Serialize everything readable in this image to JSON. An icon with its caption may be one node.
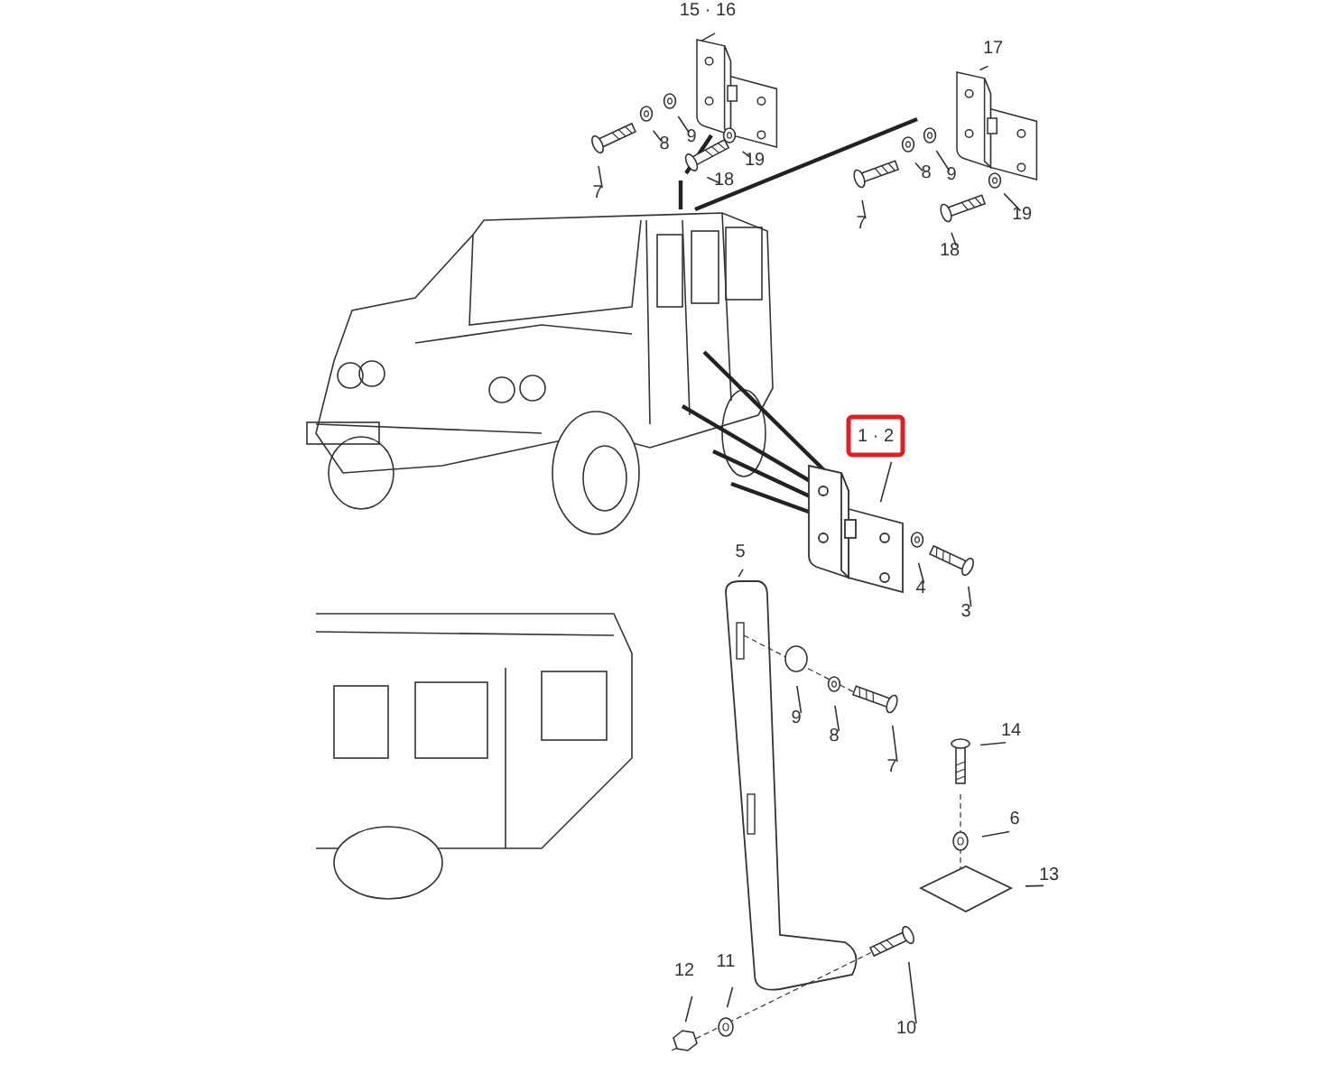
{
  "diagram": {
    "nodes": [
      {
        "text": [
          "15 · 16"
        ]
      },
      {
        "text": [
          "17"
        ]
      },
      {
        "text": [
          "9"
        ]
      },
      {
        "text": [
          "8"
        ]
      },
      {
        "text": [
          "19"
        ]
      },
      {
        "text": [
          "18"
        ]
      },
      {
        "text": [
          "7"
        ]
      },
      {
        "text": [
          "9"
        ]
      },
      {
        "text": [
          "8"
        ]
      },
      {
        "text": [
          "7"
        ]
      },
      {
        "text": [
          "19"
        ]
      },
      {
        "text": [
          "18"
        ]
      },
      {
        "text": [
          "1 · 2"
        ]
      },
      {
        "text": [
          "4"
        ]
      },
      {
        "text": [
          "3"
        ]
      },
      {
        "text": [
          "5"
        ]
      },
      {
        "text": [
          "9"
        ]
      },
      {
        "text": [
          "8"
        ]
      },
      {
        "text": [
          "7"
        ]
      },
      {
        "text": [
          "14"
        ]
      },
      {
        "text": [
          "6"
        ]
      },
      {
        "text": [
          "13"
        ]
      },
      {
        "text": [
          "12"
        ]
      },
      {
        "text": [
          "11"
        ]
      },
      {
        "text": [
          "10"
        ]
      }
    ],
    "edges": [
      {
        "from": 0,
        "to": null,
        "arrow": "none"
      },
      {
        "from": 1,
        "to": null,
        "arrow": "none"
      },
      {
        "from": 2,
        "to": null,
        "arrow": "none"
      },
      {
        "from": 3,
        "to": null,
        "arrow": "none"
      },
      {
        "from": 4,
        "to": null,
        "arrow": "none"
      },
      {
        "from": 5,
        "to": null,
        "arrow": "none"
      },
      {
        "from": 6,
        "to": null,
        "arrow": "none"
      },
      {
        "from": 7,
        "to": null,
        "arrow": "none"
      },
      {
        "from": 8,
        "to": null,
        "arrow": "none"
      },
      {
        "from": 9,
        "to": null,
        "arrow": "none"
      },
      {
        "from": 10,
        "to": null,
        "arrow": "none"
      },
      {
        "from": 11,
        "to": null,
        "arrow": "none"
      },
      {
        "from": 12,
        "to": null,
        "arrow": "none"
      },
      {
        "from": 13,
        "to": null,
        "arrow": "none"
      },
      {
        "from": 14,
        "to": null,
        "arrow": "none"
      },
      {
        "from": 15,
        "to": null,
        "arrow": "none"
      },
      {
        "from": 16,
        "to": null,
        "arrow": "none"
      },
      {
        "from": 17,
        "to": null,
        "arrow": "none"
      },
      {
        "from": 18,
        "to": null,
        "arrow": "none"
      },
      {
        "from": 19,
        "to": null,
        "arrow": "none"
      },
      {
        "from": 20,
        "to": null,
        "arrow": "none"
      },
      {
        "from": 21,
        "to": null,
        "arrow": "none"
      },
      {
        "from": 22,
        "to": null,
        "arrow": "none"
      },
      {
        "from": 23,
        "to": null,
        "arrow": "none"
      },
      {
        "from": 24,
        "to": null,
        "arrow": "none"
      }
    ]
  }
}
